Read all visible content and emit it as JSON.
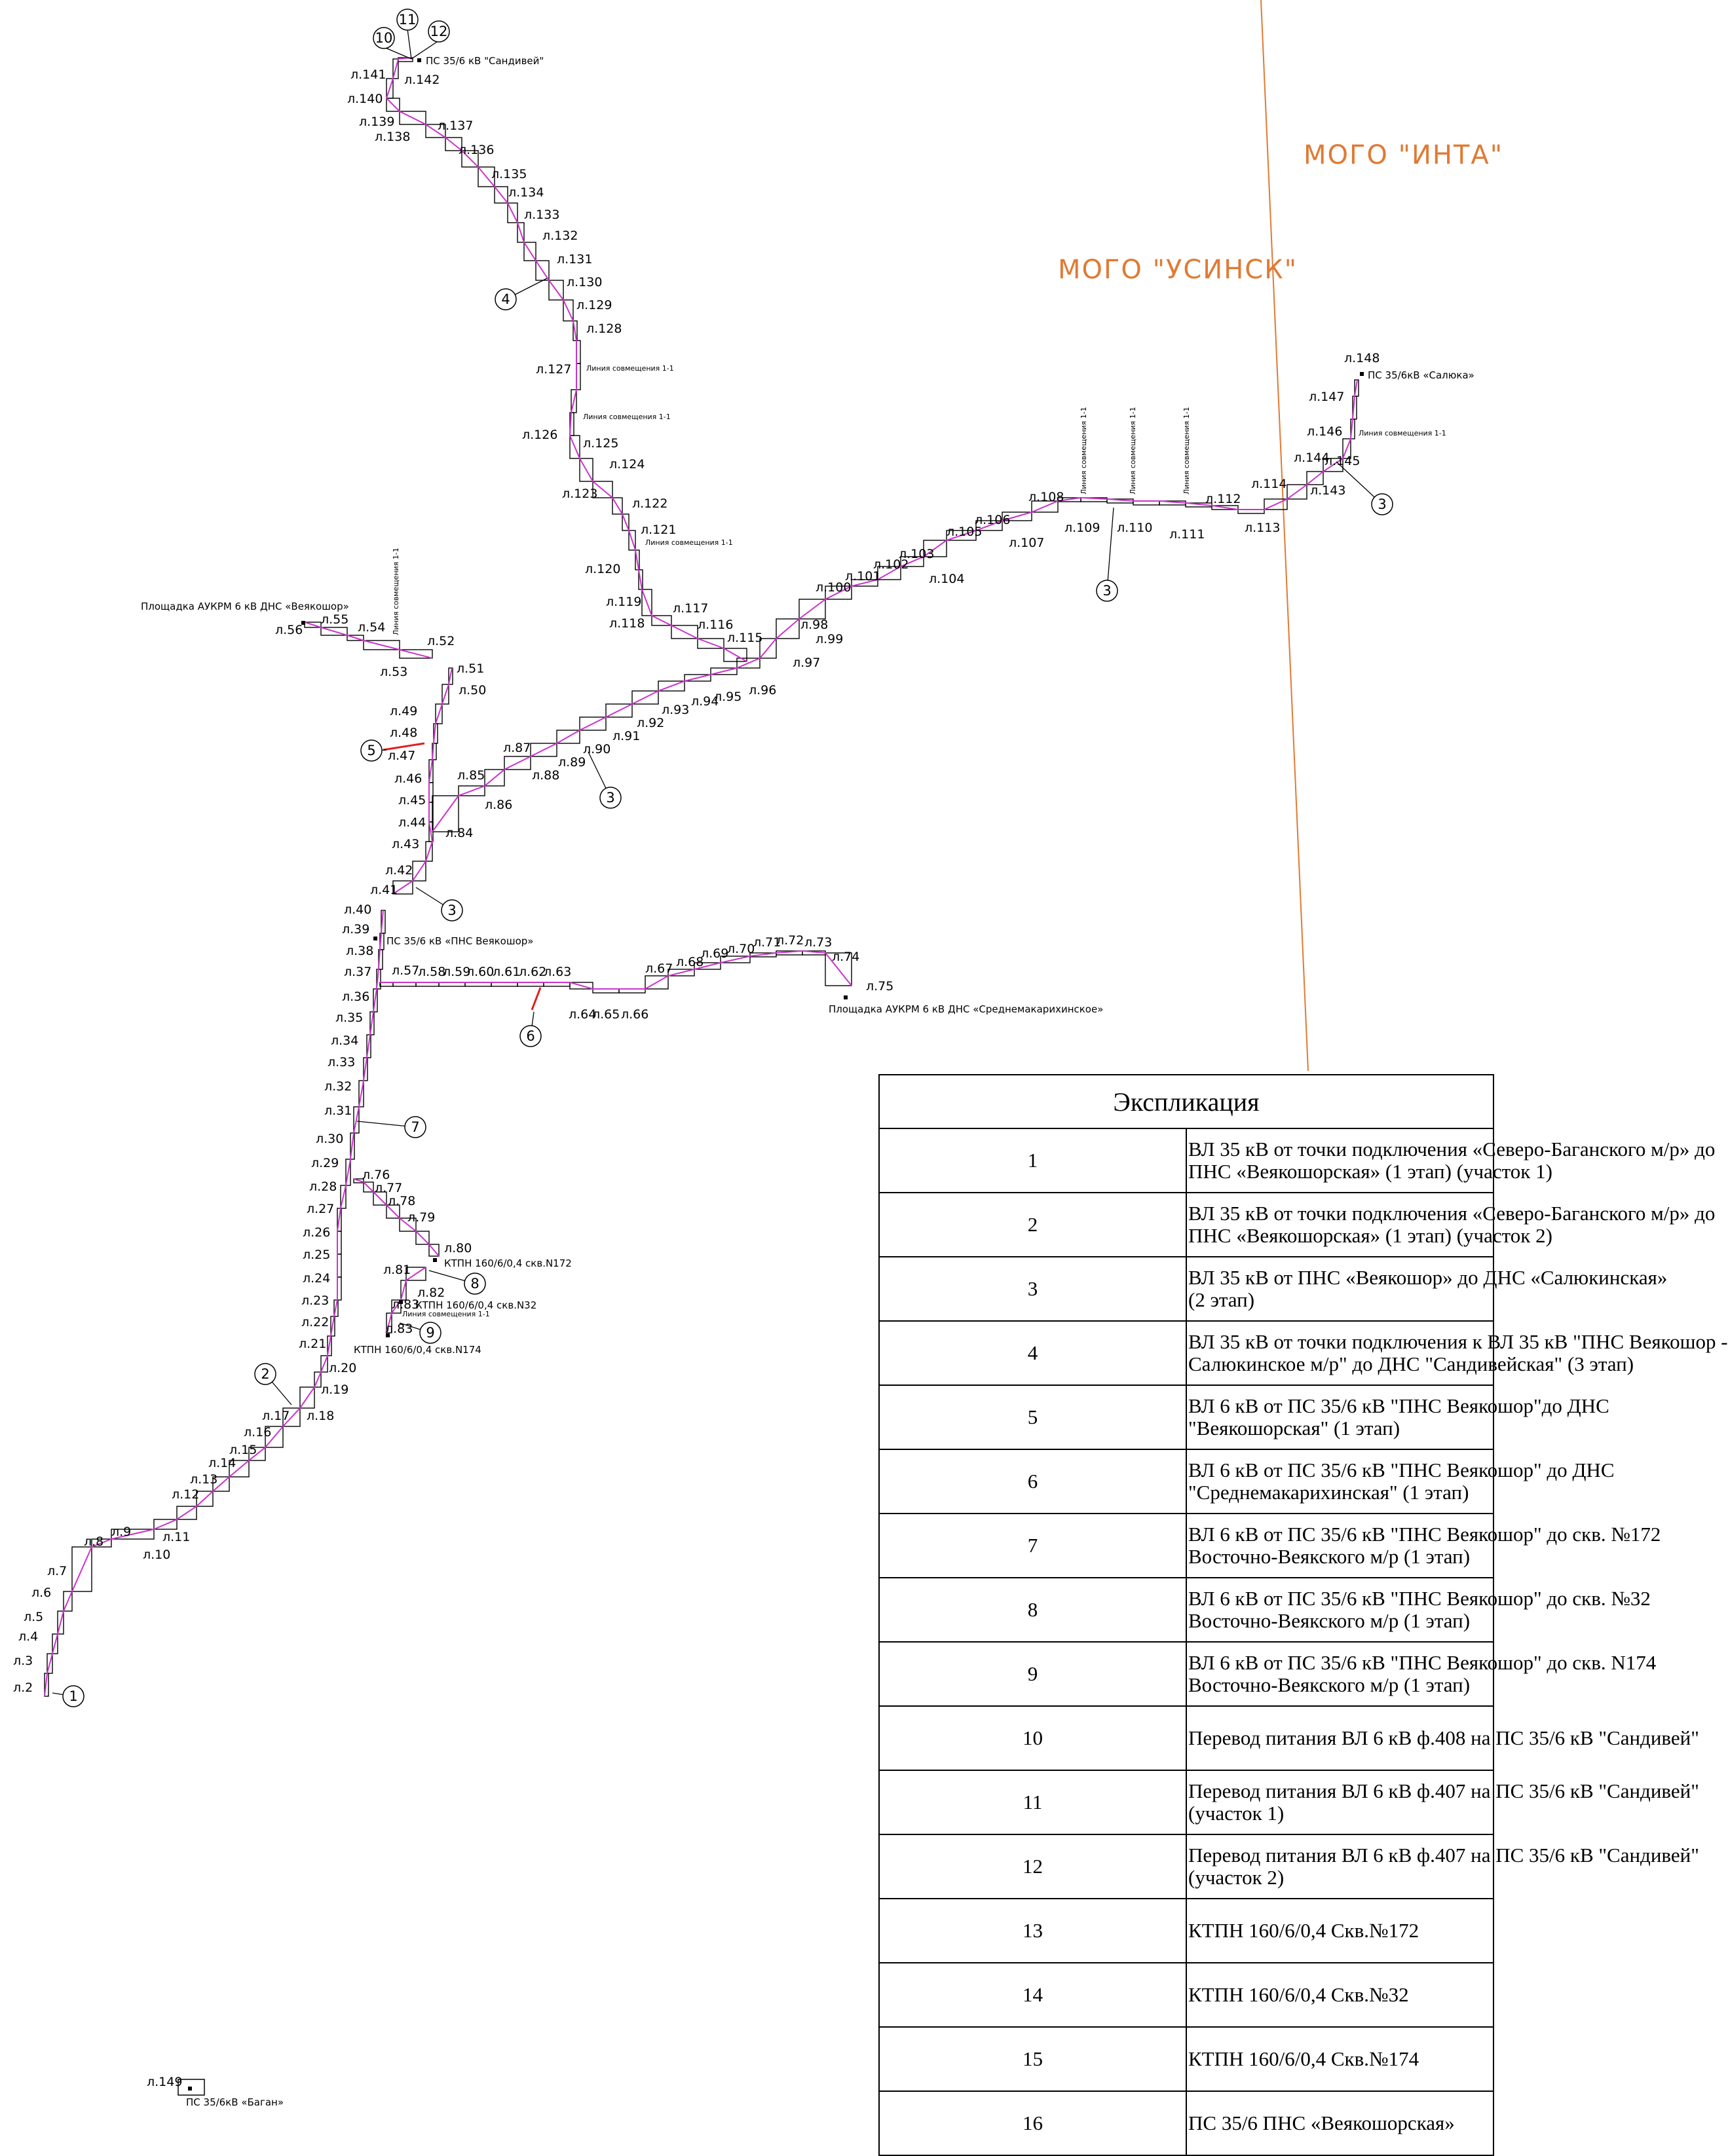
{
  "regions": [
    {
      "text": "МОГО \"ИНТА\""
    },
    {
      "text": "МОГО \"УСИНСК\""
    }
  ],
  "substation_labels": {
    "sandivey": "ПС 35/6 кВ \"Сандивей\"",
    "salyuka": "ПС 35/6кВ «Салюка»",
    "pns": "ПС 35/6 кВ «ПНС Веякошор»",
    "bagan": "ПС 35/6кВ «Баган»",
    "aukrm_veyak": "Площадка АУКРМ 6 кВ ДНС «Веякошор»",
    "aukrm_sred": "Площадка АУКРМ 6 кВ ДНС «Среднемакарихинское»",
    "ktpn172": "КТПН 160/6/0,4 скв.N172",
    "ktpn32": "КТПН 160/6/0,4 скв.N32",
    "ktpn174": "КТПН 160/6/0,4 скв.N174"
  },
  "combination_note": "Линия совмещения 1-1",
  "legend": {
    "title": "Экспликация",
    "rows": [
      {
        "num": "1",
        "lines": [
          "ВЛ 35 кВ от точки подключения «Северо-Баганского м/р» до",
          "ПНС «Веякошорская» (1 этап) (участок 1)"
        ]
      },
      {
        "num": "2",
        "lines": [
          "ВЛ 35 кВ от точки подключения «Северо-Баганского м/р» до",
          "ПНС «Веякошорская» (1 этап) (участок 2)"
        ]
      },
      {
        "num": "3",
        "lines": [
          "ВЛ 35 кВ от ПНС «Веякошор» до ДНС «Салюкинская»",
          "(2 этап)"
        ]
      },
      {
        "num": "4",
        "lines": [
          "ВЛ 35 кВ от точки подключения к ВЛ 35 кВ \"ПНС Веякошор -",
          "Салюкинское м/р\" до ДНС \"Сандивейская\" (3 этап)"
        ]
      },
      {
        "num": "5",
        "lines": [
          "ВЛ 6 кВ от ПС 35/6 кВ \"ПНС Веякошор\"до ДНС",
          "\"Веякошорская\" (1 этап)"
        ]
      },
      {
        "num": "6",
        "lines": [
          "ВЛ 6 кВ от ПС 35/6 кВ \"ПНС Веякошор\" до ДНС",
          "\"Среднемакарихинская\" (1 этап)"
        ]
      },
      {
        "num": "7",
        "lines": [
          "ВЛ 6 кВ от ПС 35/6 кВ \"ПНС Веякошор\" до скв. №172",
          "Восточно-Веякского м/р (1 этап)"
        ]
      },
      {
        "num": "8",
        "lines": [
          "ВЛ 6 кВ от ПС 35/6 кВ \"ПНС Веякошор\" до скв. №32",
          "Восточно-Веякского м/р (1 этап)"
        ]
      },
      {
        "num": "9",
        "lines": [
          "ВЛ 6 кВ от ПС 35/6 кВ \"ПНС Веякошор\" до скв. N174",
          "Восточно-Веякского м/р (1 этап)"
        ]
      },
      {
        "num": "10",
        "lines": [
          "Перевод питания ВЛ 6 кВ ф.408 на ПС 35/6 кВ \"Сандивей\""
        ]
      },
      {
        "num": "11",
        "lines": [
          "Перевод питания ВЛ 6 кВ ф.407 на ПС 35/6 кВ \"Сандивей\"",
          "(участок 1)"
        ]
      },
      {
        "num": "12",
        "lines": [
          "Перевод питания ВЛ 6 кВ ф.407 на ПС 35/6 кВ \"Сандивей\"",
          "(участок 2)"
        ]
      },
      {
        "num": "13",
        "lines": [
          "КТПН 160/6/0,4 Скв.№172"
        ]
      },
      {
        "num": "14",
        "lines": [
          "КТПН 160/6/0,4 Скв.№32"
        ]
      },
      {
        "num": "15",
        "lines": [
          "КТПН 160/6/0,4 Скв.№174"
        ]
      },
      {
        "num": "16",
        "lines": [
          "ПС 35/6 ПНС «Веякошорская»"
        ]
      }
    ]
  }
}
